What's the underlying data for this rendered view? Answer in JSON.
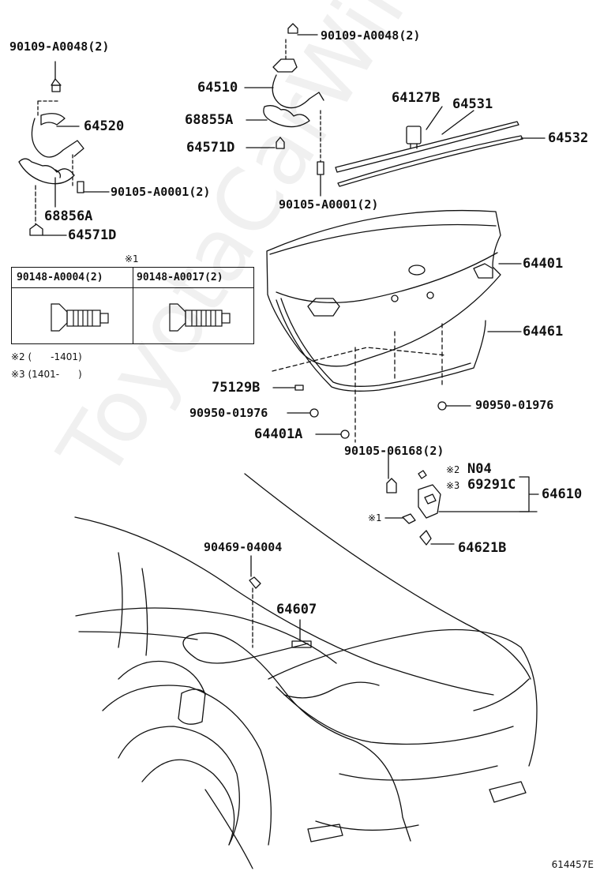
{
  "labels": {
    "p90109_left": "90109-A0048(2)",
    "p90109_top": "90109-A0048(2)",
    "p64510": "64510",
    "p64520": "64520",
    "p68855A": "68855A",
    "p64571D_top": "64571D",
    "p64127B": "64127B",
    "p64531": "64531",
    "p64532": "64532",
    "p90105_left": "90105-A0001(2)",
    "p90105_mid": "90105-A0001(2)",
    "p68856A": "68856A",
    "p64571D_left": "64571D",
    "p64401": "64401",
    "p64461": "64461",
    "p75129B": "75129B",
    "p90950_left": "90950-01976",
    "p90950_right": "90950-01976",
    "p64401A": "64401A",
    "p90105_06168": "90105-06168(2)",
    "pN04_mark": "※2",
    "pN04": "N04",
    "p69291C_mark": "※3",
    "p69291C": "69291C",
    "p64610": "64610",
    "p1_mark": "※1",
    "p64621B": "64621B",
    "p90469": "90469-04004",
    "p64607": "64607"
  },
  "table": {
    "marker": "※1",
    "col1": "90148-A0004(2)",
    "col2": "90148-A0017(2)"
  },
  "notes": {
    "note2": "※2 (　　-1401)",
    "note3": "※3 (1401-　　)"
  },
  "watermark": "ToyotaCarWine.ru",
  "figure_number": "614457E",
  "colors": {
    "line": "#111111",
    "background": "#ffffff"
  }
}
